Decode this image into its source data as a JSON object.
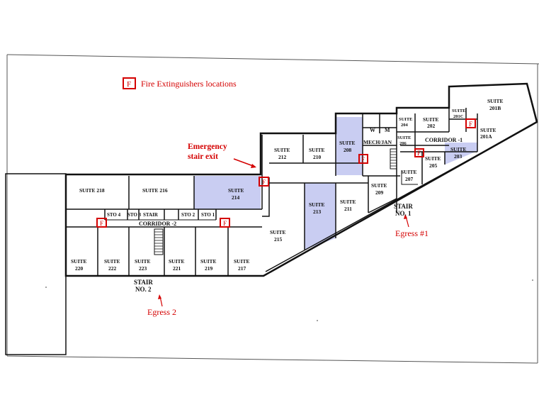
{
  "legend": {
    "marker": "F",
    "text": "Fire Extinguishers locations"
  },
  "callouts": {
    "emergency_line1": "Emergency",
    "emergency_line2": "stair exit",
    "egress1": "Egress #1",
    "egress2": "Egress 2"
  },
  "stairs": {
    "stair1_a": "STAIR",
    "stair1_b": "NO. 1",
    "stair2_a": "STAIR",
    "stair2_b": "NO. 2"
  },
  "rooms": {
    "s218": [
      "SUITE 218"
    ],
    "s216": [
      "SUITE 216"
    ],
    "s214": [
      "SUITE",
      "214"
    ],
    "s220": [
      "SUITE",
      "220"
    ],
    "s222": [
      "SUITE",
      "222"
    ],
    "s223": [
      "SUITE",
      "223"
    ],
    "s221": [
      "SUITE",
      "221"
    ],
    "s219": [
      "SUITE",
      "219"
    ],
    "s217": [
      "SUITE",
      "217"
    ],
    "s215": [
      "SUITE",
      "215"
    ],
    "s212": [
      "SUITE",
      "212"
    ],
    "s210": [
      "SUITE",
      "210"
    ],
    "s208": [
      "SUITE",
      "208"
    ],
    "s213": [
      "SUITE",
      "213"
    ],
    "s211": [
      "SUITE",
      "211"
    ],
    "s209": [
      "SUITE",
      "209"
    ],
    "s207": [
      "SUITE",
      "207"
    ],
    "s205": [
      "SUITE",
      "205"
    ],
    "s203": [
      "SUITE",
      "203"
    ],
    "s204": [
      "SUITE",
      "204"
    ],
    "s206": [
      "SUITE",
      "206"
    ],
    "s202": [
      "SUITE",
      "202"
    ],
    "s201c": [
      "SUITE",
      "201C"
    ],
    "s201b": [
      "SUITE",
      "201B"
    ],
    "s201a": [
      "SUITE",
      "201A"
    ]
  },
  "small_labels": {
    "sto4": "STO 4",
    "sto3": "STO 3",
    "stair": "STAIR",
    "sto2": "STO 2",
    "sto1": "STO 1",
    "corridor2": "CORRIDOR -2",
    "corridor1": "CORRIDOR -1",
    "mech": "MECH/JAN",
    "w": "W",
    "m": "M"
  },
  "colors": {
    "highlight": "#c9cdf2",
    "extinguisher": "#d40000",
    "wall": "#111111"
  },
  "highlighted_suites": [
    "214",
    "208",
    "213",
    "203"
  ]
}
